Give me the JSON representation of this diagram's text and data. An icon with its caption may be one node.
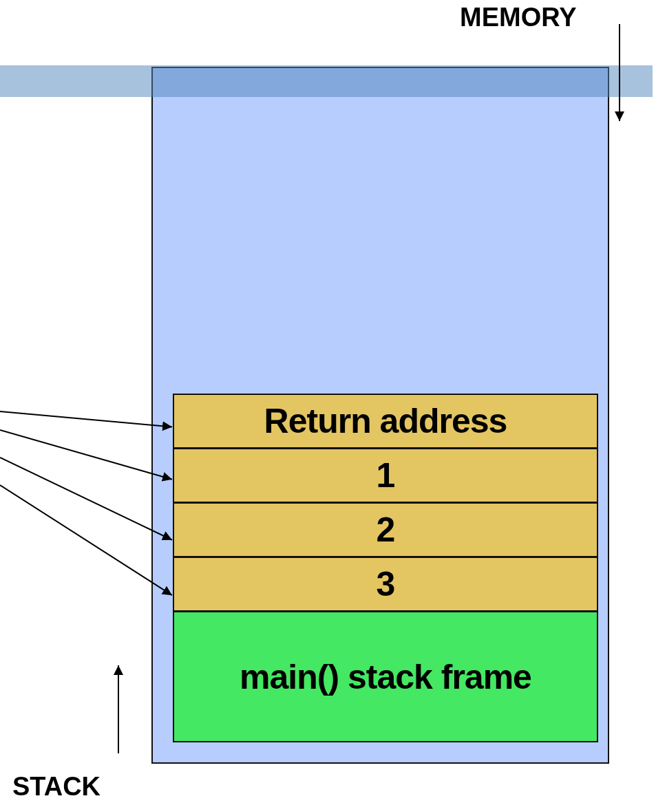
{
  "diagram": {
    "nodes": [
      {
        "text": [],
        "shape": "box"
      },
      {
        "text": [
          "Return address"
        ],
        "in": 0
      },
      {
        "text": [
          "1"
        ],
        "in": 0
      },
      {
        "text": [
          "2"
        ],
        "in": 0
      },
      {
        "text": [
          "3"
        ],
        "in": 0
      },
      {
        "text": [
          "main() stack frame"
        ],
        "in": 0
      }
    ],
    "edges": [
      {
        "from": null,
        "to": 1,
        "arrow": "to"
      },
      {
        "from": null,
        "to": 2,
        "arrow": "to"
      },
      {
        "from": null,
        "to": 3,
        "arrow": "to"
      },
      {
        "from": null,
        "to": 4,
        "arrow": "to"
      }
    ],
    "labels": [
      "MEMORY",
      "STACK"
    ]
  }
}
